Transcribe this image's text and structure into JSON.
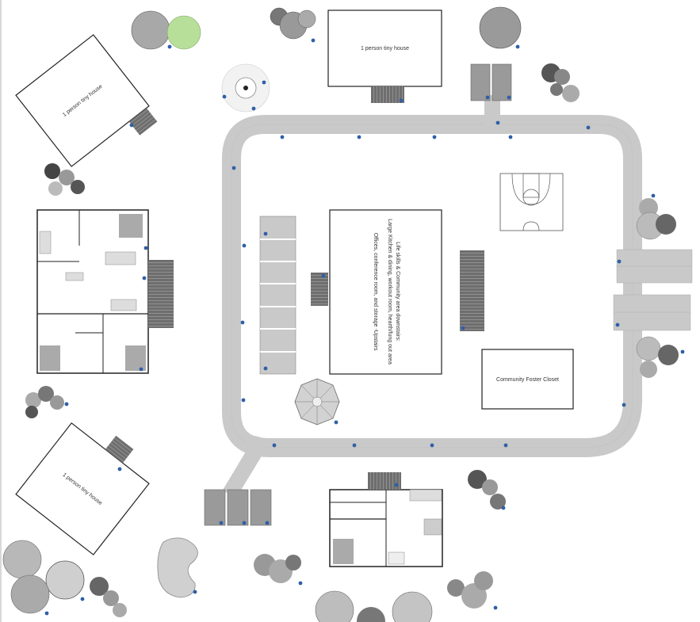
{
  "labels": {
    "tiny_house_top": "1 person tiny house",
    "tiny_house_left_top": "1 person tiny house",
    "tiny_house_left_bottom": "1 person tiny house",
    "main_building_line1": "Life skills & Community area downstairs:",
    "main_building_line2": "Large Kitchen & dining, workout room, hearth/fung out area",
    "main_building_line3": "Offices, conference room, and storage -Upstairs",
    "foster_closet": "Community Foster Closet"
  },
  "colors": {
    "path": "#c9c9c9",
    "path_edge": "#b5b5b5",
    "building_outline": "#333333",
    "marker": "#2f5fa8",
    "tree_gray": "#9a9a9a",
    "tree_green": "#b8df9a",
    "deck": "#6e6e6e"
  }
}
